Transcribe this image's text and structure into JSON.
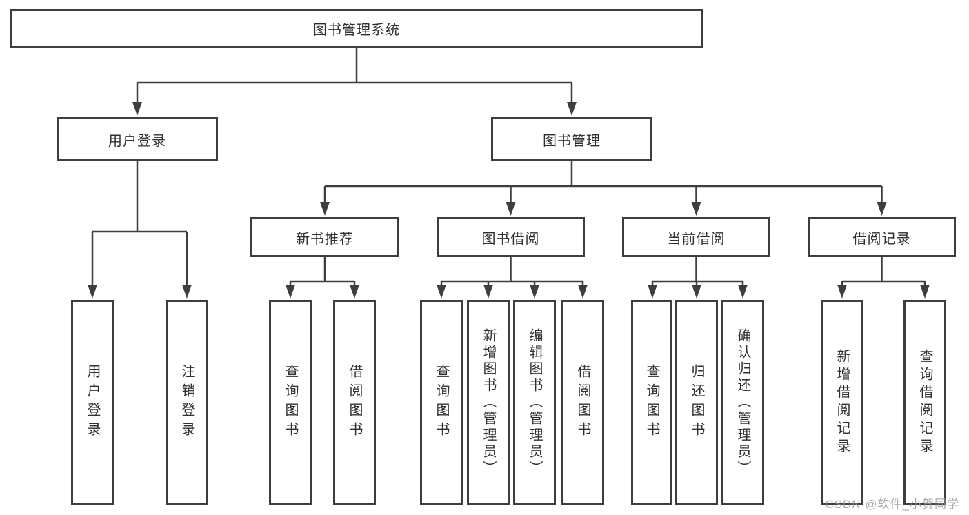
{
  "diagram_type": "hierarchy-tree",
  "colors": {
    "background": "#ffffff",
    "line": "#3e3e3e",
    "box_border": "#3e3e3e",
    "box_fill": "#ffffff",
    "text": "#303030",
    "watermark": "#969696"
  },
  "tree": {
    "root": {
      "label": "图书管理系统"
    },
    "level2": [
      {
        "label": "用户登录",
        "parent": "图书管理系统"
      },
      {
        "label": "图书管理",
        "parent": "图书管理系统"
      }
    ],
    "level3": [
      {
        "label": "新书推荐",
        "parent": "图书管理"
      },
      {
        "label": "图书借阅",
        "parent": "图书管理"
      },
      {
        "label": "当前借阅",
        "parent": "图书管理"
      },
      {
        "label": "借阅记录",
        "parent": "图书管理"
      }
    ],
    "leaves": [
      {
        "label": "用户登录",
        "parent": "用户登录"
      },
      {
        "label": "注销登录",
        "parent": "用户登录"
      },
      {
        "label": "查询图书",
        "parent": "新书推荐"
      },
      {
        "label": "借阅图书",
        "parent": "新书推荐"
      },
      {
        "label": "查询图书",
        "parent": "图书借阅"
      },
      {
        "label": "新增图书（管理员）",
        "parent": "图书借阅"
      },
      {
        "label": "编辑图书（管理员）",
        "parent": "图书借阅"
      },
      {
        "label": "借阅图书",
        "parent": "图书借阅"
      },
      {
        "label": "查询图书",
        "parent": "当前借阅"
      },
      {
        "label": "归还图书",
        "parent": "当前借阅"
      },
      {
        "label": "确认归还（管理员）",
        "parent": "当前借阅"
      },
      {
        "label": "新增借阅记录",
        "parent": "借阅记录"
      },
      {
        "label": "查询借阅记录",
        "parent": "借阅记录"
      }
    ]
  },
  "watermark": {
    "text": "CSDN @软件_小贺同学"
  }
}
